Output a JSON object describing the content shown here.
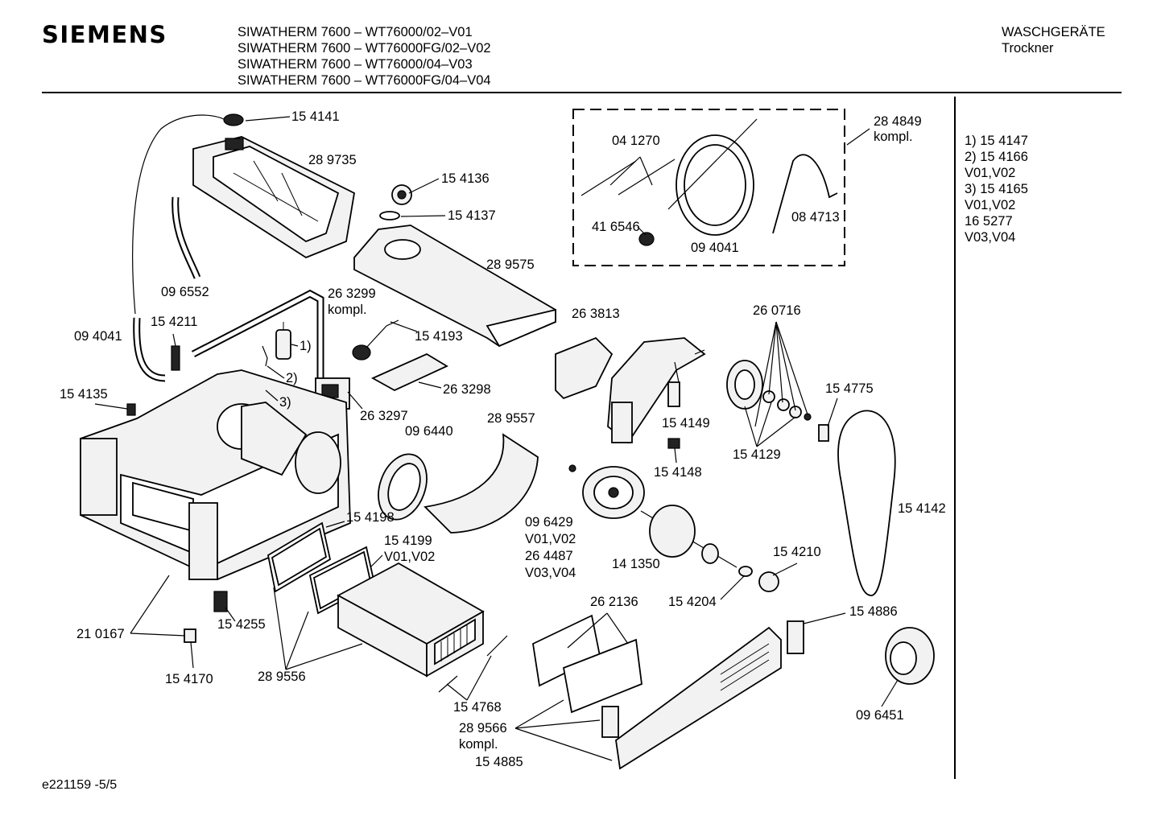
{
  "brand": "SIEMENS",
  "models": [
    "SIWATHERM 7600 – WT76000/02–V01",
    "SIWATHERM 7600 – WT76000FG/02–V02",
    "SIWATHERM 7600 – WT76000/04–V03",
    "SIWATHERM 7600 – WT76000FG/04–V04"
  ],
  "category": {
    "line1": "WASCHGERÄTE",
    "line2": "Trockner"
  },
  "footnotes": [
    "1) 15 4147",
    "2) 15 4166",
    "V01,V02",
    "3) 15 4165",
    "V01,V02",
    "16 5277",
    "V03,V04"
  ],
  "doc_id": "e221159 -5/5",
  "labels": {
    "p154141": "15 4141",
    "p289735": "28 9735",
    "p154136": "15 4136",
    "p154137": "15 4137",
    "p289575": "28 9575",
    "p096552": "09 6552",
    "p263299": "26 3299",
    "kompl1": "kompl.",
    "p154193": "15 4193",
    "p094041a": "09 4041",
    "p154211": "15 4211",
    "fn1": "1)",
    "fn2": "2)",
    "fn3": "3)",
    "p154135": "15 4135",
    "p263298": "26 3298",
    "p263297": "26 3297",
    "p289557": "28 9557",
    "p096440": "09 6440",
    "p154198": "15 4198",
    "p154199": "15 4199",
    "v0102a": "V01,V02",
    "p210167": "21 0167",
    "p154255": "15 4255",
    "p154170": "15 4170",
    "p289556": "28 9556",
    "p154768": "15 4768",
    "p289566": "28 9566",
    "kompl2": "kompl.",
    "p154885": "15 4885",
    "p041270": "04 1270",
    "p416546": "41 6546",
    "p094041b": "09 4041",
    "p084713": "08 4713",
    "p284849": "28 4849",
    "kompl3": "kompl.",
    "p263813": "26 3813",
    "p260716": "26 0716",
    "p154775": "15 4775",
    "p154149": "15 4149",
    "p154129": "15 4129",
    "p154148": "15 4148",
    "p096429": "09 6429",
    "v0102b": "V01,V02",
    "p264487": "26 4487",
    "v0304": "V03,V04",
    "p141350": "14 1350",
    "p154210": "15 4210",
    "p154204": "15 4204",
    "p154142": "15 4142",
    "p262136": "26 2136",
    "p154886": "15 4886",
    "p096451": "09 6451"
  }
}
